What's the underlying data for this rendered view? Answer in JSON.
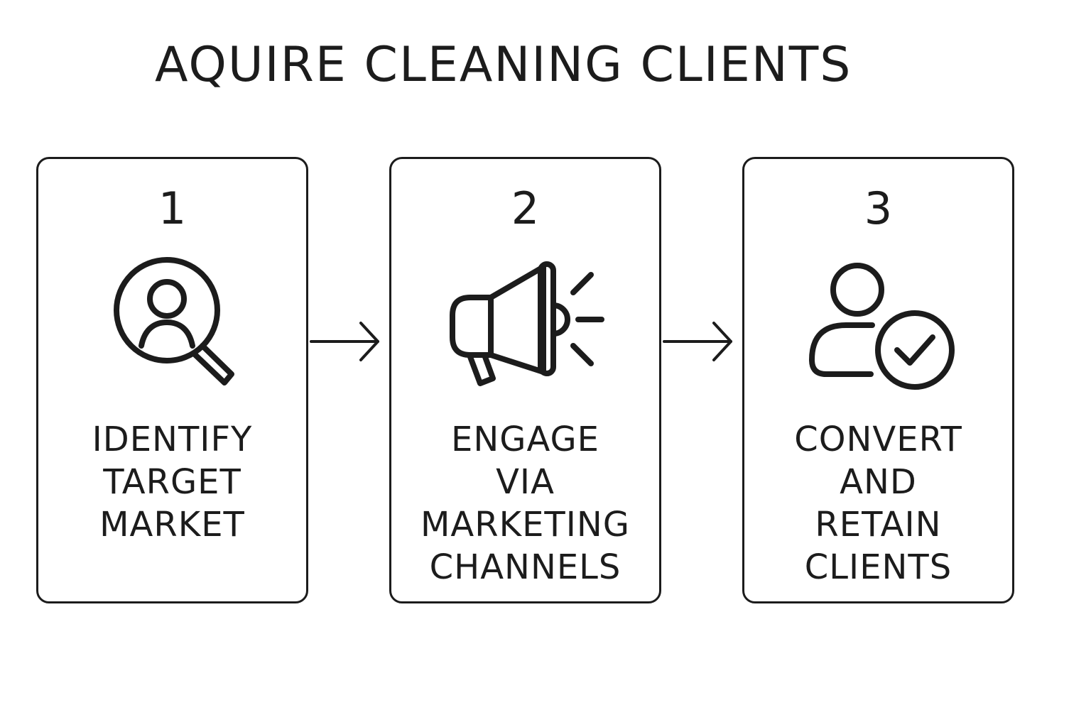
{
  "title": "AQUIRE CLEANING CLIENTS",
  "steps": [
    {
      "number": "1",
      "icon": "person-search-icon",
      "label": "IDENTIFY\nTARGET\nMARKET"
    },
    {
      "number": "2",
      "icon": "megaphone-icon",
      "label": "ENGAGE\nVIA\nMARKETING\nCHANNELS"
    },
    {
      "number": "3",
      "icon": "user-check-icon",
      "label": "CONVERT\nAND\nRETAIN\nCLIENTS"
    }
  ],
  "colors": {
    "stroke": "#1c1c1c",
    "background": "#ffffff"
  }
}
